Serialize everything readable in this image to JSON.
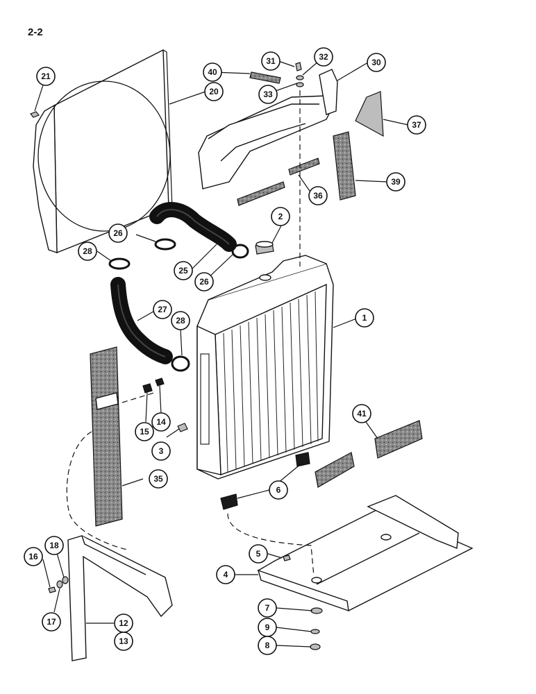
{
  "page_label": "2-2",
  "callouts": [
    {
      "id": "c1",
      "label": "1"
    },
    {
      "id": "c2",
      "label": "2"
    },
    {
      "id": "c3",
      "label": "3"
    },
    {
      "id": "c4",
      "label": "4"
    },
    {
      "id": "c5",
      "label": "5"
    },
    {
      "id": "c6",
      "label": "6"
    },
    {
      "id": "c7",
      "label": "7"
    },
    {
      "id": "c8",
      "label": "8"
    },
    {
      "id": "c9",
      "label": "9"
    },
    {
      "id": "c12",
      "label": "12"
    },
    {
      "id": "c13",
      "label": "13"
    },
    {
      "id": "c14",
      "label": "14"
    },
    {
      "id": "c15",
      "label": "15"
    },
    {
      "id": "c16",
      "label": "16"
    },
    {
      "id": "c17",
      "label": "17"
    },
    {
      "id": "c18",
      "label": "18"
    },
    {
      "id": "c20",
      "label": "20"
    },
    {
      "id": "c21",
      "label": "21"
    },
    {
      "id": "c25",
      "label": "25"
    },
    {
      "id": "c26a",
      "label": "26"
    },
    {
      "id": "c26b",
      "label": "26"
    },
    {
      "id": "c27",
      "label": "27"
    },
    {
      "id": "c28a",
      "label": "28"
    },
    {
      "id": "c28b",
      "label": "28"
    },
    {
      "id": "c30",
      "label": "30"
    },
    {
      "id": "c31",
      "label": "31"
    },
    {
      "id": "c32",
      "label": "32"
    },
    {
      "id": "c33",
      "label": "33"
    },
    {
      "id": "c35",
      "label": "35"
    },
    {
      "id": "c36",
      "label": "36"
    },
    {
      "id": "c37",
      "label": "37"
    },
    {
      "id": "c39",
      "label": "39"
    },
    {
      "id": "c40",
      "label": "40"
    },
    {
      "id": "c41",
      "label": "41"
    }
  ]
}
